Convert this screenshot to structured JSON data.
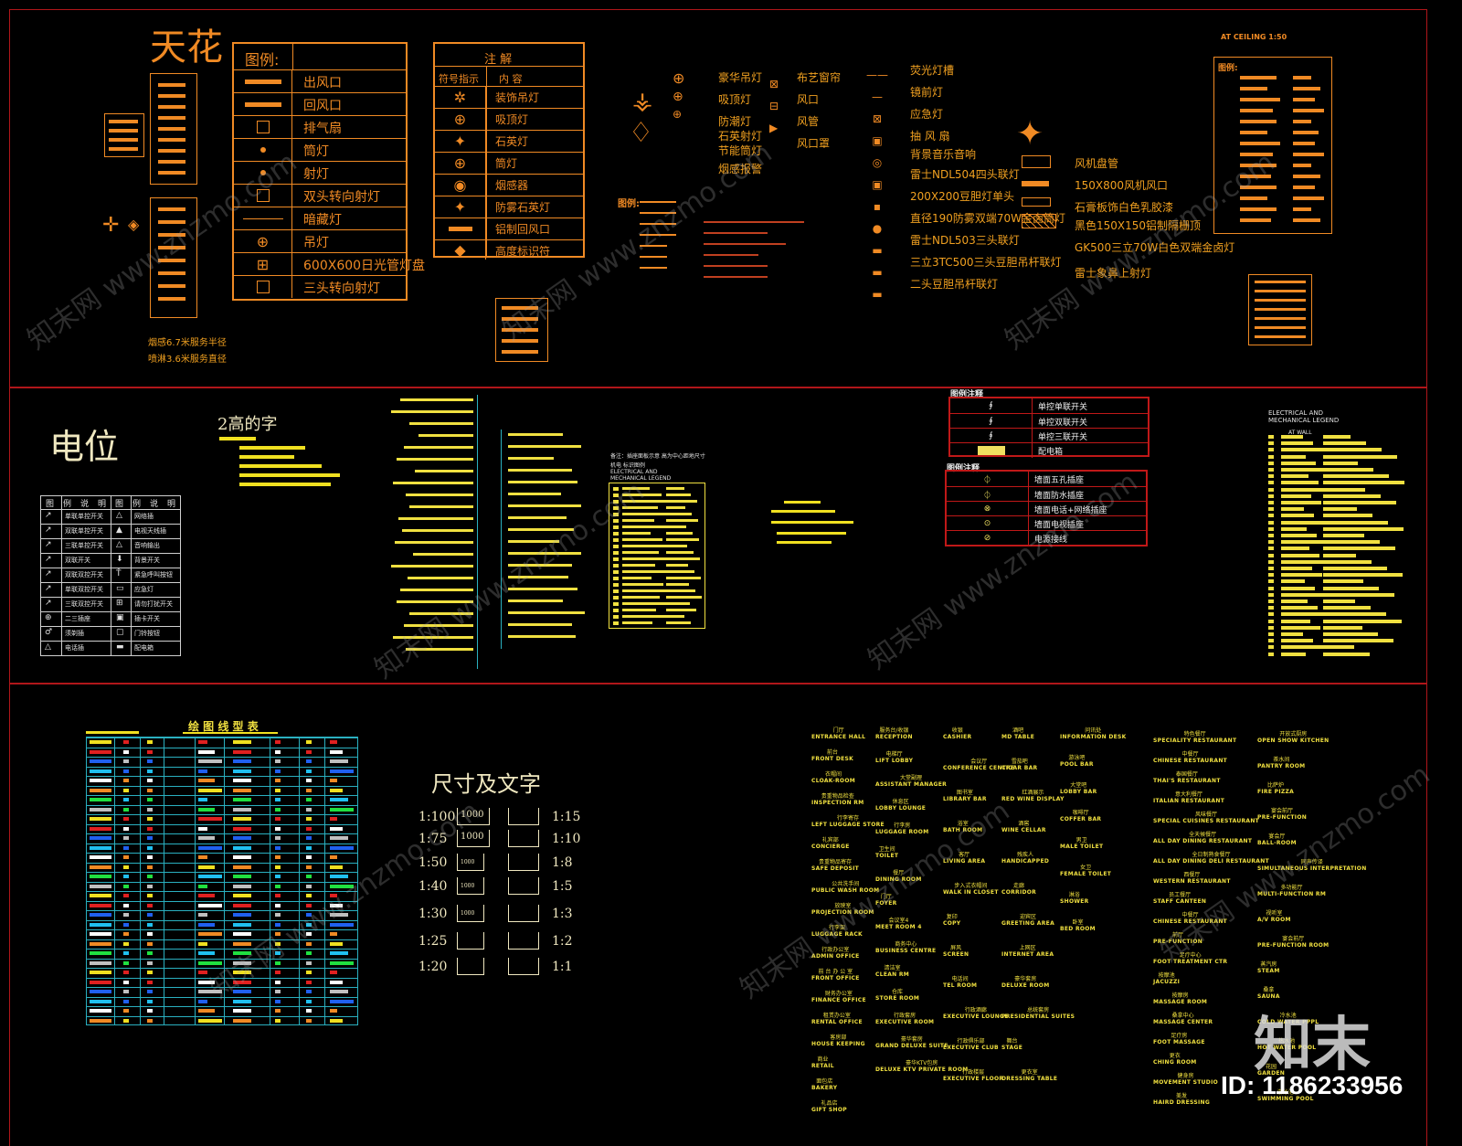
{
  "ceiling": {
    "title": "天花",
    "legend_header": "图例:",
    "legend_items": [
      "出风口",
      "回风口",
      "排气扇",
      "筒灯",
      "射灯",
      "双头转向射灯",
      "暗藏灯",
      "吊灯",
      "600X600日光管灯盘",
      "三头转向射灯"
    ],
    "notes_header": "注 解",
    "notes_col1": "符号指示",
    "notes_col2": "内 容",
    "notes_items": [
      "装饰吊灯",
      "吸顶灯",
      "石英灯",
      "筒灯",
      "烟感器",
      "防雾石英灯",
      "铝制回风口",
      "高度标识符"
    ],
    "sprinkler_notes": [
      "烟感6.7米服务半径",
      "喷淋3.6米服务直径"
    ],
    "mid_items_left": [
      "豪华吊灯",
      "吸顶灯",
      "防潮灯",
      "石英射灯",
      "节能筒灯",
      "烟感报警"
    ],
    "mid_items_mid": [
      "布艺窗帘",
      "风口",
      "风管",
      "风口罩"
    ],
    "mid_items_right": [
      "荧光灯槽",
      "镜前灯",
      "应急灯",
      "抽 风 扇",
      "背景音乐音响",
      "雷士NDL504四头联灯",
      "200X200豆胆灯单头",
      "直径190防雾双端70W金卤筒灯",
      "雷士NDL503三头联灯",
      "三立3TC500三头豆胆吊杆联灯",
      "二头豆胆吊杆联灯"
    ],
    "far_items": [
      "风机盘管",
      "150X800风机风口",
      "石膏板饰白色乳胶漆",
      "黑色150X150铝制隔栅顶",
      "GK500三立70W白色双端金卤灯",
      "雷士象鼻上射灯"
    ],
    "legend_small": "图例:",
    "header_small": "AT CEILING   1:50",
    "right_legend_title": "图例:"
  },
  "electrical": {
    "title": "电位",
    "subtitle": "2高的字",
    "table_headers": [
      "图",
      "例",
      "说",
      "明",
      "图",
      "例",
      "说",
      "明"
    ],
    "table_left": [
      "单联单控开关",
      "双联单控开关",
      "三联单控开关",
      "双联开关",
      "双联双控开关",
      "单联双控开关",
      "三联双控开关",
      "二三插座",
      "须剃插",
      "电话插"
    ],
    "table_right": [
      "网络插",
      "电视天线插",
      "音响输出",
      "背景开关",
      "紧急呼叫按钮",
      "应急灯",
      "请勿打扰开关",
      "插卡开关",
      "门铃按钮",
      "配电箱"
    ],
    "switch_header": "图例注释",
    "switch_items": [
      "单控单联开关",
      "单控双联开关",
      "单控三联开关",
      "配电箱"
    ],
    "socket_header": "图例注释",
    "socket_items": [
      "墙面五孔插座",
      "墙面防水插座",
      "墙面电话+网络插座",
      "墙面电视插座",
      "电源接线"
    ],
    "mech_legend_title": "ELECTRICAL AND MECHANICAL LEGEND",
    "mech_legend_title2": "ELECTRICAL AND MECHANICAL LEGEND",
    "mech_legend_sub": "机电 标识图例",
    "mech_note": "备注：插座面板示意 高为中心距地尺寸",
    "at_wall": "AT WALL"
  },
  "linetype": {
    "title": "绘 图 线 型 表"
  },
  "dimensions": {
    "title": "尺寸及文字",
    "left_scales": [
      "1:100",
      "1:75",
      "1:50",
      "1:40",
      "1:30",
      "1:25",
      "1:20"
    ],
    "right_scales": [
      "1:15",
      "1:10",
      "1:8",
      "1:5",
      "1:3",
      "1:2",
      "1:1"
    ],
    "dim_labels": [
      "1000",
      "1000",
      "1000",
      "1000",
      "1000"
    ]
  },
  "rooms": {
    "col1": [
      {
        "cn": "门厅",
        "en": "ENTRANCE HALL"
      },
      {
        "cn": "前台",
        "en": "FRONT DESK"
      },
      {
        "cn": "衣帽间",
        "en": "CLOAK-ROOM"
      },
      {
        "cn": "贵重物品检查",
        "en": "INSPECTION RM"
      },
      {
        "cn": "行李寄存",
        "en": "LEFT LUGGAGE STORE"
      },
      {
        "cn": "礼宾部",
        "en": "CONCIERGE"
      },
      {
        "cn": "贵重物品寄存",
        "en": "SAFE DEPOSIT"
      },
      {
        "cn": "公共洗手间",
        "en": "PUBLIC WASH ROOM"
      },
      {
        "cn": "放映室",
        "en": "PROJECTION ROOM"
      },
      {
        "cn": "行李架",
        "en": "LUGGAGE RACK"
      },
      {
        "cn": "行政办公室",
        "en": "ADMIN OFFICE"
      },
      {
        "cn": "前 台 办 公 室",
        "en": "FRONT OFFICE"
      },
      {
        "cn": "财务办公室",
        "en": "FINANCE OFFICE"
      },
      {
        "cn": "租赁办公室",
        "en": "RENTAL OFFICE"
      },
      {
        "cn": "客房部",
        "en": "HOUSE KEEPING"
      },
      {
        "cn": "商业",
        "en": "RETAIL"
      },
      {
        "cn": "面包店",
        "en": "BAKERY"
      },
      {
        "cn": "礼品店",
        "en": "GIFT SHOP"
      }
    ],
    "col2": [
      {
        "cn": "服务台/收银",
        "en": "RECEPTION"
      },
      {
        "cn": "电梯厅",
        "en": "LIFT LOBBY"
      },
      {
        "cn": "大堂副理",
        "en": "ASSISTANT MANAGER"
      },
      {
        "cn": "休息区",
        "en": "LOBBY LOUNGE"
      },
      {
        "cn": "行李房",
        "en": "LUGGAGE ROOM"
      },
      {
        "cn": "卫生间",
        "en": "TOILET"
      },
      {
        "cn": "餐厅",
        "en": "DINING ROOM"
      },
      {
        "cn": "门厅",
        "en": "FOYER"
      },
      {
        "cn": "会议室4",
        "en": "MEET ROOM 4"
      },
      {
        "cn": "商务中心",
        "en": "BUSINESS CENTRE"
      },
      {
        "cn": "清洁室",
        "en": "CLEAN RM"
      },
      {
        "cn": "仓库",
        "en": "STORE ROOM"
      },
      {
        "cn": "行政套房",
        "en": "EXECUTIVE ROOM"
      },
      {
        "cn": "豪华套房",
        "en": "GRAND DELUXE SUITE"
      },
      {
        "cn": "豪华KTV包房",
        "en": "DELUXE KTV PRIVATE ROOM"
      }
    ],
    "col3": [
      {
        "cn": "收银",
        "en": "CASHIER"
      },
      {
        "cn": "会议厅",
        "en": "CONFERENCE CENTRE"
      },
      {
        "cn": "图书室",
        "en": "LIBRARY BAR"
      },
      {
        "cn": "浴室",
        "en": "BATH ROOM"
      },
      {
        "cn": "客厅",
        "en": "LIVING AREA"
      },
      {
        "cn": "步入式衣帽间",
        "en": "WALK IN CLOSET"
      },
      {
        "cn": "复印",
        "en": "COPY"
      },
      {
        "cn": "屏风",
        "en": "SCREEN"
      },
      {
        "cn": "电话间",
        "en": "TEL ROOM"
      },
      {
        "cn": "行政酒廊",
        "en": "EXECUTIVE LOUNGE"
      },
      {
        "cn": "行政俱乐部",
        "en": "EXECUTIVE CLUB"
      },
      {
        "cn": "行政楼层",
        "en": "EXECUTIVE FLOOR"
      }
    ],
    "col4": [
      {
        "cn": "酒吧",
        "en": "MD TABLE"
      },
      {
        "cn": "雪茄吧",
        "en": "CIGAR BAR"
      },
      {
        "cn": "红酒展示",
        "en": "RED WINE DISPLAY"
      },
      {
        "cn": "酒窖",
        "en": "WINE CELLAR"
      },
      {
        "cn": "残疾人",
        "en": "HANDICAPPED"
      },
      {
        "cn": "走廊",
        "en": "CORRIDOR"
      },
      {
        "cn": "迎宾区",
        "en": "GREETING AREA"
      },
      {
        "cn": "上网区",
        "en": "INTERNET AREA"
      },
      {
        "cn": "豪华套房",
        "en": "DELUXE ROOM"
      },
      {
        "cn": "总统套房",
        "en": "PRESIDENTIAL SUITES"
      },
      {
        "cn": "舞台",
        "en": "STAGE"
      },
      {
        "cn": "更衣室",
        "en": "DRESSING TABLE"
      }
    ],
    "col5": [
      {
        "cn": "问讯处",
        "en": "INFORMATION DESK"
      },
      {
        "cn": "游泳吧",
        "en": "POOL BAR"
      },
      {
        "cn": "大堂吧",
        "en": "LOBBY BAR"
      },
      {
        "cn": "咖啡厅",
        "en": "COFFER BAR"
      },
      {
        "cn": "男卫",
        "en": "MALE TOILET"
      },
      {
        "cn": "女卫",
        "en": "FEMALE TOILET"
      },
      {
        "cn": "淋浴",
        "en": "SHOWER"
      },
      {
        "cn": "卧室",
        "en": "BED ROOM"
      }
    ],
    "col6": [
      {
        "cn": "特色餐厅",
        "en": "SPECIALITY RESTAURANT"
      },
      {
        "cn": "中餐厅",
        "en": "CHINESE RESTAURANT"
      },
      {
        "cn": "泰国餐厅",
        "en": "THAI'S RESTAURANT"
      },
      {
        "cn": "意大利餐厅",
        "en": "ITALIAN RESTAURANT"
      },
      {
        "cn": "风味餐厅",
        "en": "SPECIAL CUISINES RESTAURANT"
      },
      {
        "cn": "全天候餐厅",
        "en": "ALL DAY DINING RESTAURANT"
      },
      {
        "cn": "全日制熟食餐厅",
        "en": "ALL DAY DINING DELI RESTAURANT"
      },
      {
        "cn": "西餐厅",
        "en": "WESTERN RESTAURANT"
      },
      {
        "cn": "员工餐厅",
        "en": "STAFF CANTEEN"
      },
      {
        "cn": "中餐厅",
        "en": "CHINESE RESTAURANT"
      },
      {
        "cn": "前厅",
        "en": "PRE-FUNCTION"
      },
      {
        "cn": "足疗中心",
        "en": "FOOT TREATMENT CTR"
      },
      {
        "cn": "按摩池",
        "en": "JACUZZI"
      },
      {
        "cn": "按摩房",
        "en": "MASSAGE ROOM"
      },
      {
        "cn": "桑拿中心",
        "en": "MASSAGE CENTER"
      },
      {
        "cn": "足疗房",
        "en": "FOOT MASSAGE"
      },
      {
        "cn": "更衣",
        "en": "CHING ROOM"
      },
      {
        "cn": "健身房",
        "en": "MOVEMENT STUDIO"
      },
      {
        "cn": "美发",
        "en": "HAIRD DRESSING"
      }
    ],
    "col7": [
      {
        "cn": "开放式厨房",
        "en": "OPEN SHOW KITCHEN"
      },
      {
        "cn": "茶水间",
        "en": "PANTRY ROOM"
      },
      {
        "cn": "比萨炉",
        "en": "FIRE PIZZA"
      },
      {
        "cn": "宴会前厅",
        "en": "PRE-FUNCTION"
      },
      {
        "cn": "宴会厅",
        "en": "BALL-ROOM"
      },
      {
        "cn": "同声传译",
        "en": "SIMULTANEOUS INTERPRETATION"
      },
      {
        "cn": "多功能厅",
        "en": "MULTI-FUNCTION RM"
      },
      {
        "cn": "视听室",
        "en": "A/V ROOM"
      },
      {
        "cn": "宴会前厅",
        "en": "PRE-FUNCTION ROOM"
      },
      {
        "cn": "蒸汽房",
        "en": "STEAM"
      },
      {
        "cn": "桑拿",
        "en": "SAUNA"
      },
      {
        "cn": "冷水池",
        "en": "COLD WATER PPPL"
      },
      {
        "cn": "热水池",
        "en": "HOT WATER POOL"
      },
      {
        "cn": "花园",
        "en": "GARDEN"
      },
      {
        "cn": "游泳池",
        "en": "SWIMMING POOL"
      }
    ]
  },
  "branding": {
    "logo": "知末",
    "id_label": "ID: 1186233956",
    "watermark": "知末网 www.znzmo.com"
  },
  "colors": {
    "background": "#000000",
    "frame": "#b0161a",
    "accent_orange": "#f08a24",
    "accent_yellow": "#f0e020",
    "text_light": "#f0e8c0",
    "cyan_grid": "#2ab0c0"
  }
}
